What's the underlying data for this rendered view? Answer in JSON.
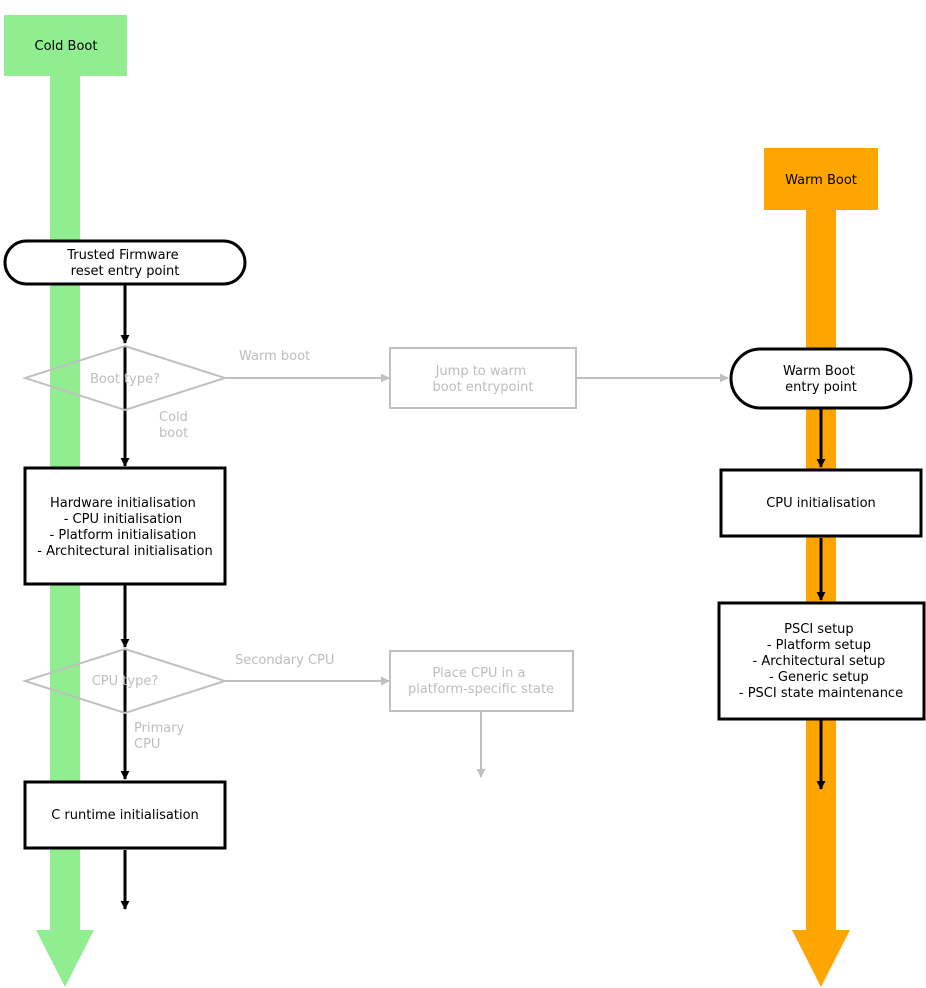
{
  "colors": {
    "cold_track": "#90ee90",
    "warm_track": "#ffa500",
    "dark_stroke": "#000000",
    "faded_stroke": "#c0c0c0",
    "faded_text": "#bdbdbd",
    "background": "#ffffff"
  },
  "cold_boot": {
    "header": "Cold Boot",
    "entry": [
      "Trusted Firmware",
      "reset entry point"
    ],
    "boot_decision": {
      "label": "Boot type?",
      "branch_right": "Warm boot",
      "branch_down": [
        "Cold",
        "boot"
      ]
    },
    "jump_box": [
      "Jump to warm",
      "boot entrypoint"
    ],
    "hw_init": [
      "Hardware initialisation",
      "- CPU initialisation",
      "- Platform initialisation",
      "- Architectural initialisation"
    ],
    "cpu_decision": {
      "label": "CPU type?",
      "branch_right": "Secondary CPU",
      "branch_down": [
        "Primary",
        "CPU"
      ]
    },
    "place_cpu_box": [
      "Place CPU in a",
      "platform-specific state"
    ],
    "c_runtime": "C runtime initialisation"
  },
  "warm_boot": {
    "header": "Warm Boot",
    "entry": [
      "Warm Boot",
      "entry point"
    ],
    "cpu_init": "CPU initialisation",
    "psci": [
      "PSCI setup",
      "- Platform setup",
      "- Architectural setup",
      "- Generic setup",
      "- PSCI state maintenance"
    ]
  }
}
